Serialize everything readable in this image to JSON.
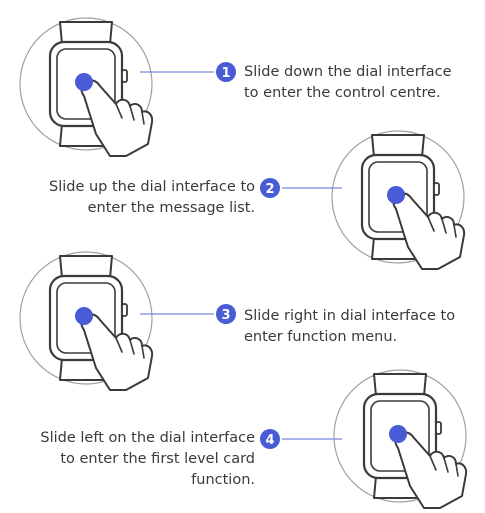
{
  "colors": {
    "accent": "#4a5bd6",
    "line": "#7b86e0",
    "ink": "#3a3a3a",
    "circle": "#9a9a9a"
  },
  "steps": [
    {
      "number": "1",
      "lines": [
        "Slide down the dial interface",
        "to enter the control centre."
      ],
      "gesture": "swipe-down"
    },
    {
      "number": "2",
      "lines": [
        "Slide up the dial interface to",
        "enter the message list."
      ],
      "gesture": "swipe-up"
    },
    {
      "number": "3",
      "lines": [
        "Slide right in dial interface to",
        "enter function menu."
      ],
      "gesture": "swipe-right"
    },
    {
      "number": "4",
      "lines": [
        "Slide left on the dial interface",
        "to enter the first level card",
        "function."
      ],
      "gesture": "swipe-left"
    }
  ]
}
